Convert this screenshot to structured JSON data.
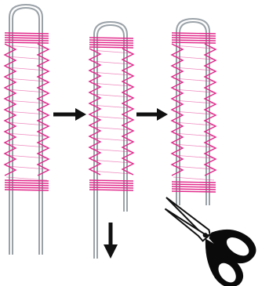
{
  "diagram": {
    "steps": [
      {
        "name": "wrap-thread-around-loop"
      },
      {
        "name": "slide-wrap-off-bottom"
      },
      {
        "name": "cut-remaining-loop"
      }
    ],
    "arrows": [
      {
        "direction": "right",
        "label": ""
      },
      {
        "direction": "right",
        "label": ""
      },
      {
        "direction": "down",
        "label": ""
      }
    ]
  },
  "colors": {
    "thread": "#e0288a",
    "wire": "#9aa2a8",
    "ink": "#111111",
    "scissor_handle": "#0a0a0a",
    "blade": "#ffffff"
  },
  "icons": [
    "arrow-right-icon",
    "arrow-down-icon",
    "scissors-icon"
  ]
}
